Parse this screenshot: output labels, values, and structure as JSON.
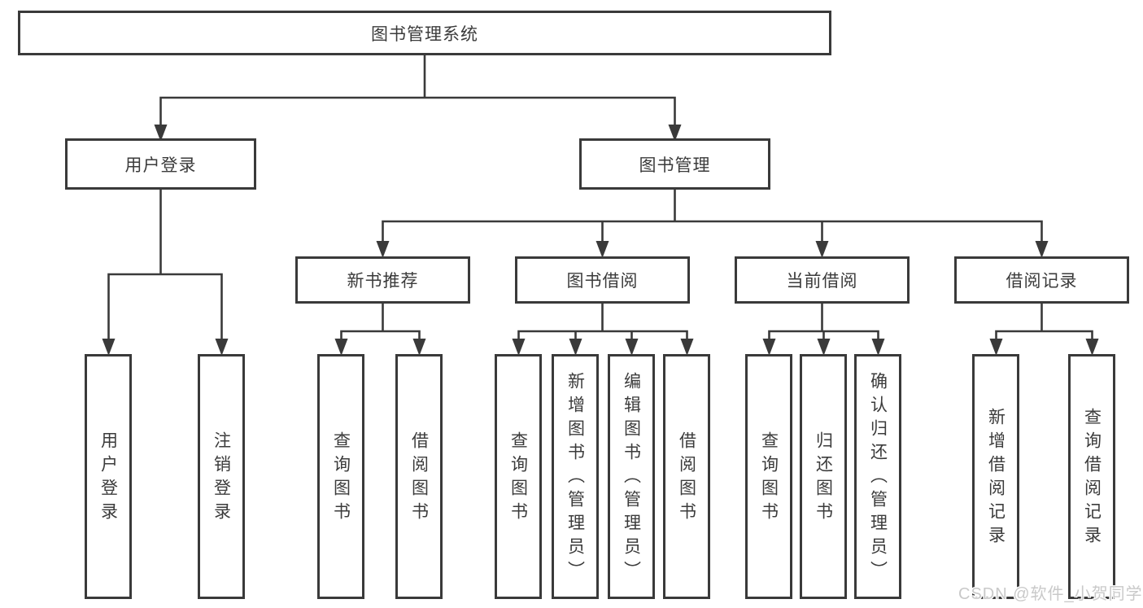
{
  "diagram": {
    "watermark": "CSDN @软件_小贺同学",
    "colors": {
      "line": "#3a3a3a",
      "text": "#3b3b3b",
      "watermark": "#c9c9c9",
      "background": "#ffffff"
    },
    "nodes": {
      "root": {
        "label": "图书管理系统"
      },
      "level2": [
        {
          "label": "用户登录"
        },
        {
          "label": "图书管理"
        }
      ],
      "level3": [
        {
          "label": "新书推荐"
        },
        {
          "label": "图书借阅"
        },
        {
          "label": "当前借阅"
        },
        {
          "label": "借阅记录"
        }
      ],
      "leaves": {
        "user_login": [
          {
            "label": "用户登录"
          },
          {
            "label": "注销登录"
          }
        ],
        "new_books": [
          {
            "label": "查询图书"
          },
          {
            "label": "借阅图书"
          }
        ],
        "book_borrow": [
          {
            "label": "查询图书"
          },
          {
            "label": "新增图书（管理员）"
          },
          {
            "label": "编辑图书（管理员）"
          },
          {
            "label": "借阅图书"
          }
        ],
        "current_borrow": [
          {
            "label": "查询图书"
          },
          {
            "label": "归还图书"
          },
          {
            "label": "确认归还（管理员）"
          }
        ],
        "borrow_records": [
          {
            "label": "新增借阅记录"
          },
          {
            "label": "查询借阅记录"
          }
        ]
      }
    }
  }
}
